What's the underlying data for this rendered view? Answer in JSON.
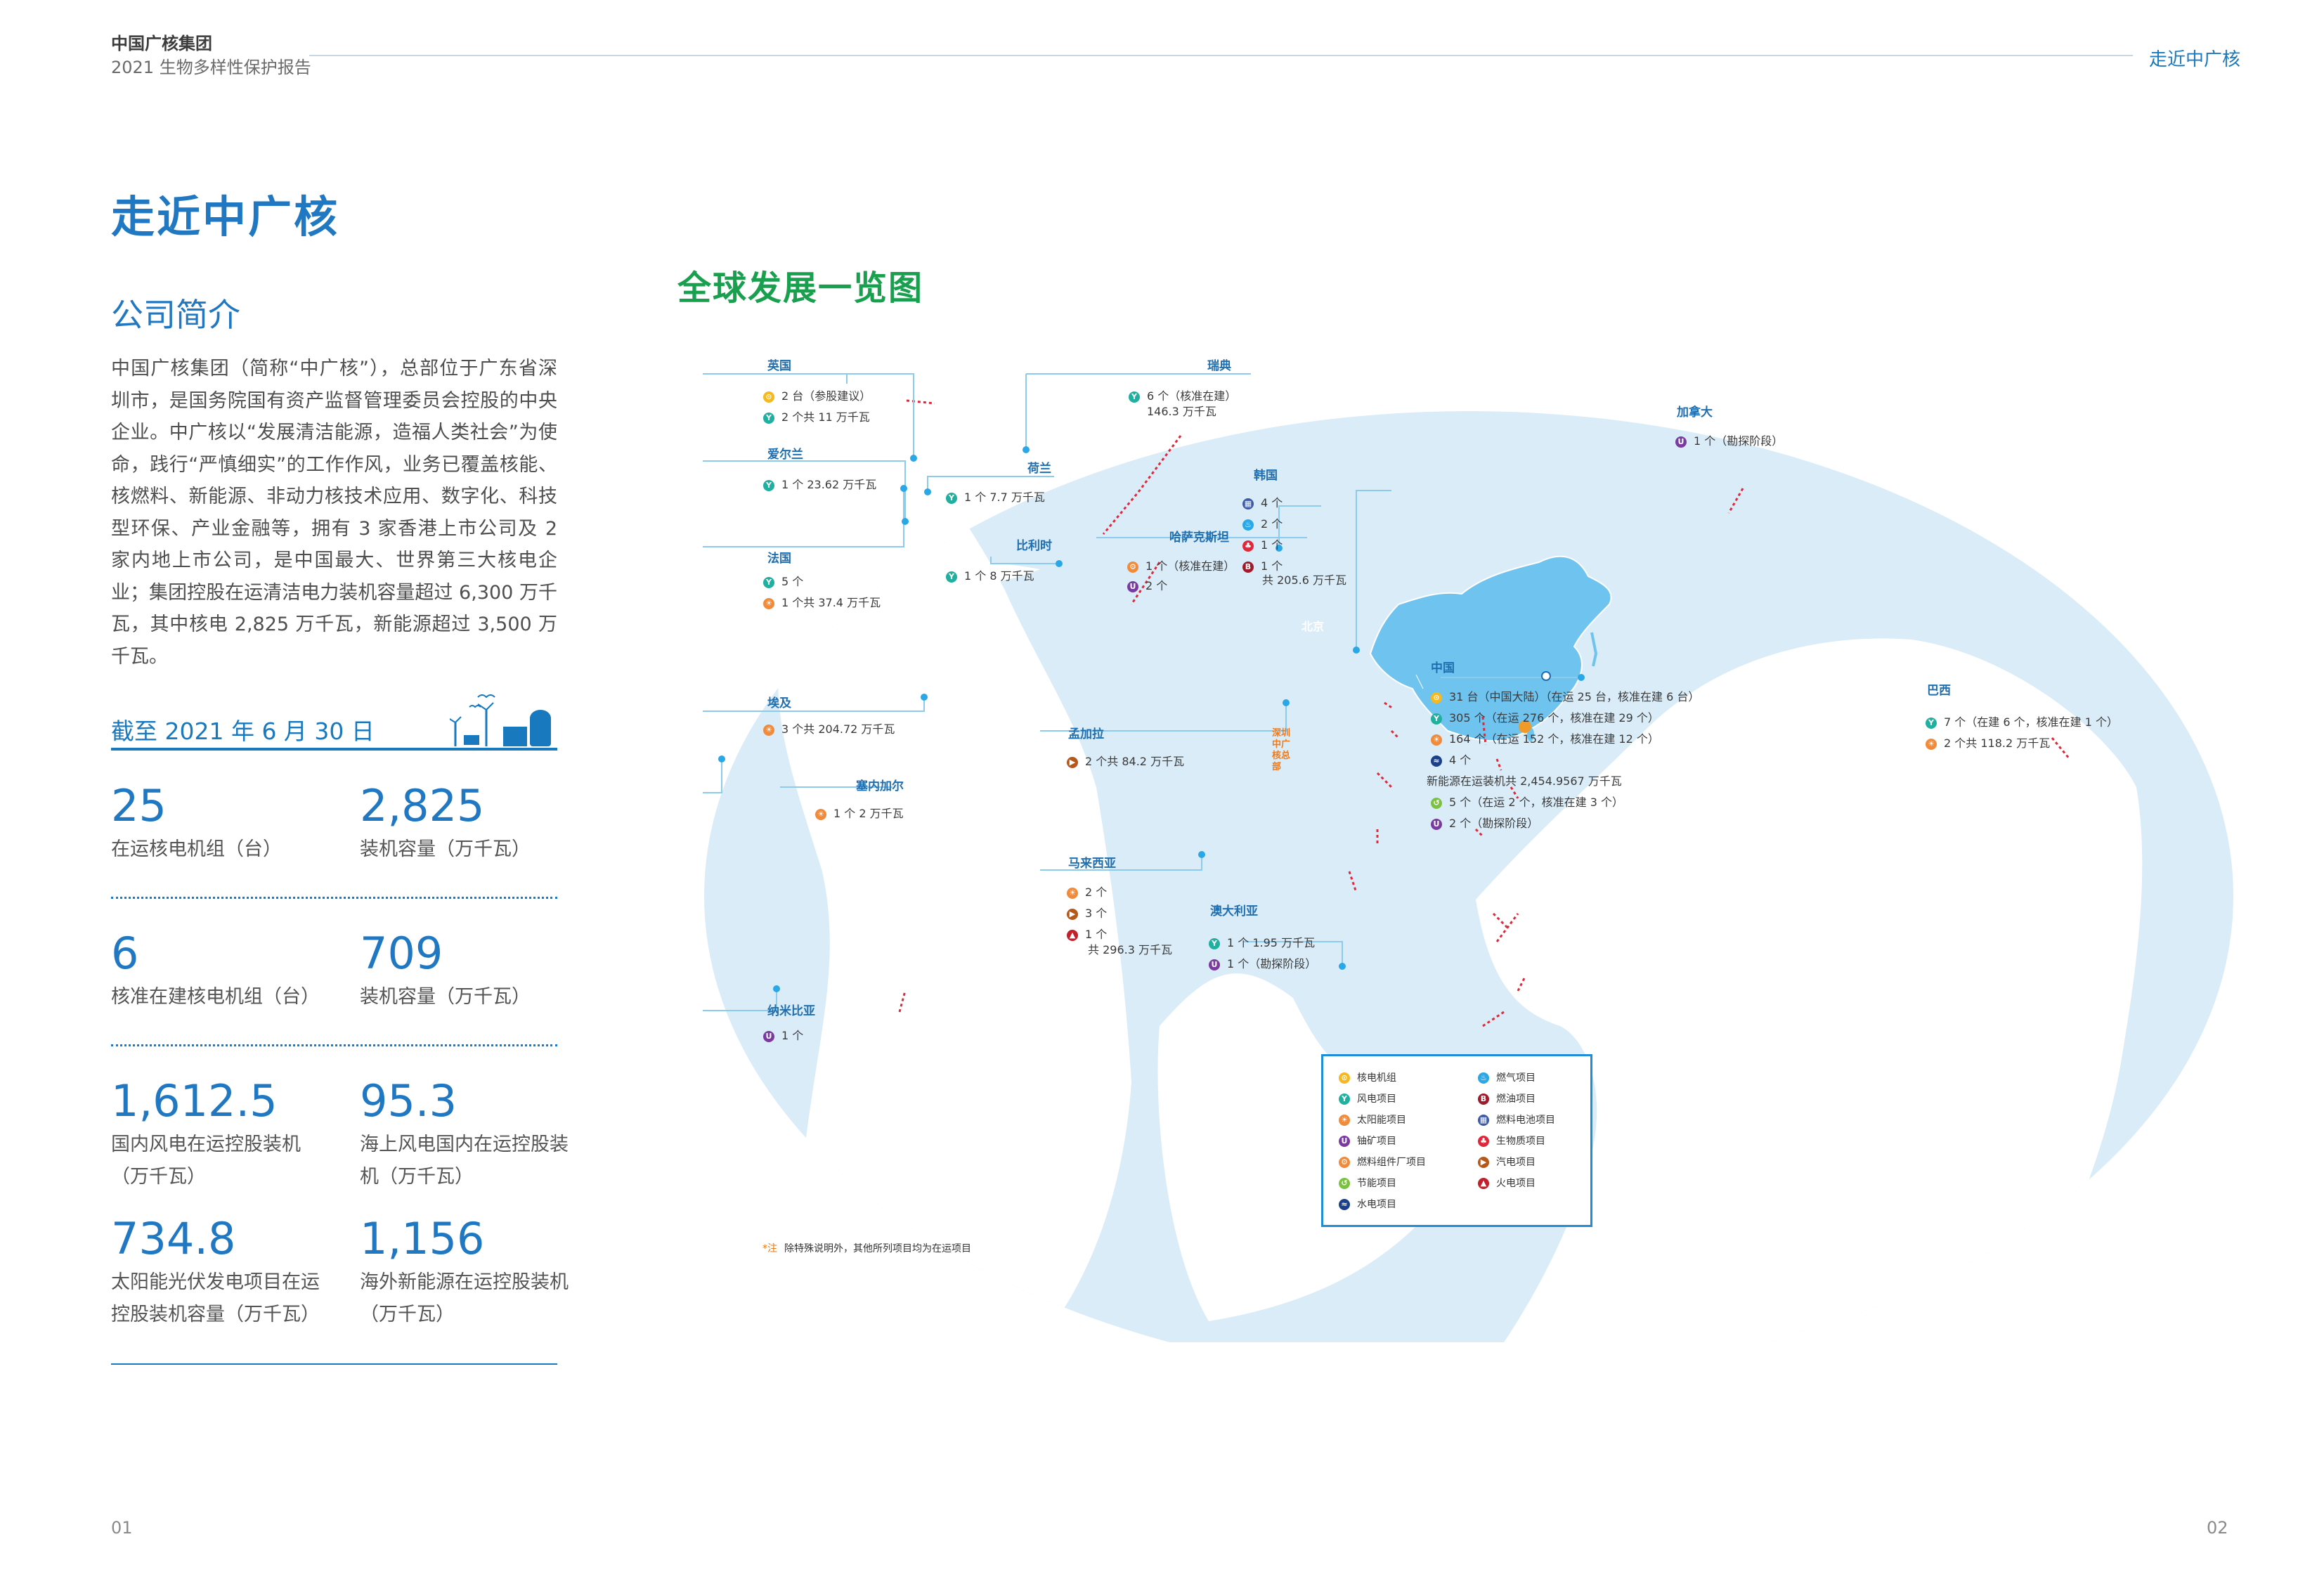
{
  "header": {
    "company": "中国广核集团",
    "report": "2021 生物多样性保护报告",
    "section": "走近中广核"
  },
  "page_title": "走近中广核",
  "section_title": "公司简介",
  "intro": "中国广核集团（简称“中广核”），总部位于广东省深圳市，是国务院国有资产监督管理委员会控股的中央企业。中广核以“发展清洁能源，造福人类社会”为使命，践行“严慎细实”的工作作风，业务已覆盖核能、核燃料、新能源、非动力核技术应用、数字化、科技型环保、产业金融等，拥有 3 家香港上市公司及 2 家内地上市公司，是中国最大、世界第三大核电企业；集团控股在运清洁电力装机容量超过 6,300 万千瓦，其中核电 2,825 万千瓦，新能源超过 3,500 万千瓦。",
  "asof": "截至 2021 年 6 月 30 日",
  "stats": [
    {
      "value": "25",
      "label": "在运核电机组（台）"
    },
    {
      "value": "2,825",
      "label": "装机容量（万千瓦）"
    },
    {
      "value": "6",
      "label": "核准在建核电机组（台）"
    },
    {
      "value": "709",
      "label": "装机容量（万千瓦）"
    },
    {
      "value": "1,612.5",
      "label": "国内风电在运控股装机（万千瓦）"
    },
    {
      "value": "95.3",
      "label": "海上风电国内在运控股装机（万千瓦）"
    },
    {
      "value": "734.8",
      "label": "太阳能光伏发电项目在运控股装机容量（万千瓦）"
    },
    {
      "value": "1,156",
      "label": "海外新能源在运控股装机（万千瓦）"
    }
  ],
  "map": {
    "title": "全球发展一览图",
    "countries": {
      "uk": {
        "name": "英国",
        "items": [
          "2 台（参股建议）",
          "2 个共 11 万千瓦"
        ]
      },
      "ireland": {
        "name": "爱尔兰",
        "items": [
          "1 个 23.62 万千瓦"
        ]
      },
      "france": {
        "name": "法国",
        "items": [
          "5 个",
          "1 个共 37.4 万千瓦"
        ]
      },
      "egypt": {
        "name": "埃及",
        "items": [
          "3 个共 204.72 万千瓦"
        ]
      },
      "senegal": {
        "name": "塞内加尔",
        "items": [
          "1 个 2 万千瓦"
        ]
      },
      "namibia": {
        "name": "纳米比亚",
        "items": [
          "1 个"
        ]
      },
      "sweden": {
        "name": "瑞典",
        "items": [
          "6 个（核准在建）",
          "146.3 万千瓦"
        ]
      },
      "netherlands": {
        "name": "荷兰",
        "items": [
          "1 个 7.7 万千瓦"
        ]
      },
      "belgium": {
        "name": "比利时",
        "items": [
          "1 个 8 万千瓦"
        ]
      },
      "kazakhstan": {
        "name": "哈萨克斯坦",
        "items": [
          "1 个（核准在建）",
          "2 个"
        ]
      },
      "korea": {
        "name": "韩国",
        "items": [
          "4 个",
          "2 个",
          "1 个",
          "1 个",
          "共 205.6 万千瓦"
        ]
      },
      "bangladesh": {
        "name": "孟加拉",
        "items": [
          "2 个共 84.2 万千瓦"
        ]
      },
      "malaysia": {
        "name": "马来西亚",
        "items": [
          "2 个",
          "3 个",
          "1 个",
          "共 296.3 万千瓦"
        ]
      },
      "australia": {
        "name": "澳大利亚",
        "items": [
          "1 个 1.95 万千瓦",
          "1 个（勘探阶段）"
        ]
      },
      "canada": {
        "name": "加拿大",
        "items": [
          "1 个（勘探阶段）"
        ]
      },
      "brazil": {
        "name": "巴西",
        "items": [
          "7 个（在建 6 个，核准在建 1 个）",
          "2 个共 118.2 万千瓦"
        ]
      },
      "china": {
        "name": "中国",
        "items": [
          "31 台（中国大陆）（在运 25 台，核准在建 6 台）",
          "305 个（在运 276 个，核准在建 29 个）",
          "164 个（在运 152 个，核准在建 12 个）",
          "4 个",
          "新能源在运装机共 2,454.9567 万千瓦",
          "5 个（在运 2 个，核准在建 3 个）",
          "2 个（勘探阶段）"
        ]
      }
    },
    "beijing": "北京",
    "hq": "深圳中广核总部",
    "legend": [
      "核电机组",
      "风电项目",
      "太阳能项目",
      "铀矿项目",
      "燃料组件厂项目",
      "节能项目",
      "水电项目",
      "燃气项目",
      "燃油项目",
      "燃料电池项目",
      "生物质项目",
      "汽电项目",
      "火电项目"
    ],
    "note_mark": "*注",
    "note": "除特殊说明外，其他所列项目均为在运项目"
  },
  "page_numbers": {
    "left": "01",
    "right": "02"
  },
  "colors": {
    "accent": "#1f78c1",
    "map_title": "#19a04f",
    "ocean": "#ffffff",
    "land": "#daecf8",
    "china": "#6ec3ef"
  }
}
